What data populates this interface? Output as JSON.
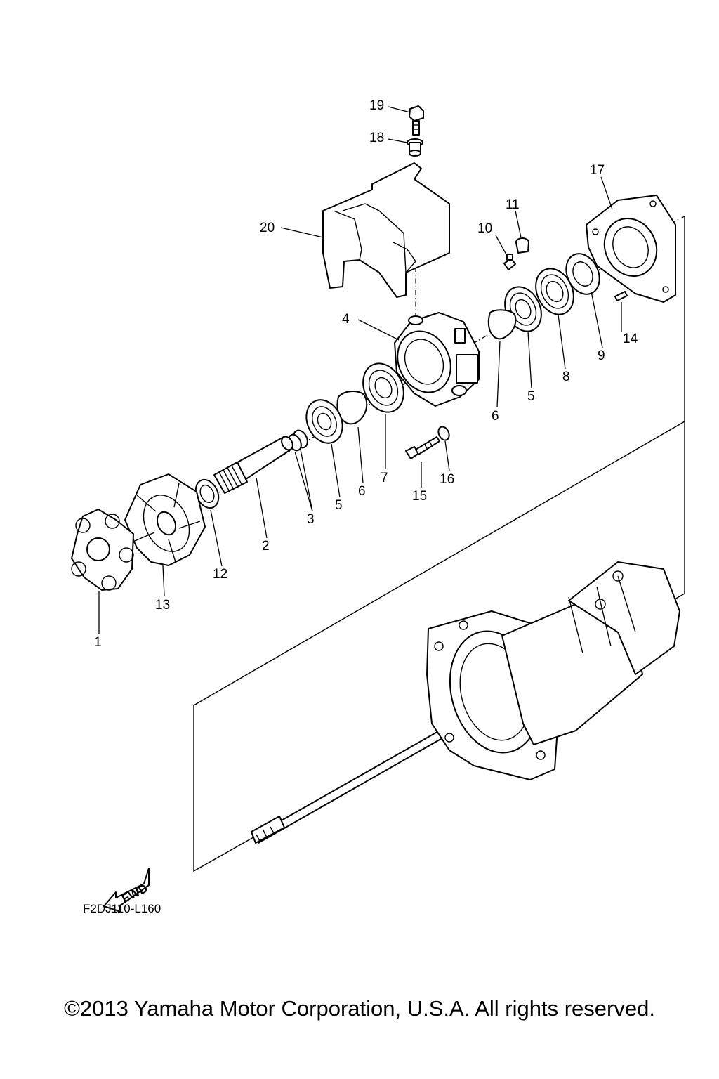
{
  "diagram": {
    "figure_code": "F2DJ110-L160",
    "fwd_label": "FWD",
    "copyright": "©2013 Yamaha Motor Corporation, U.S.A. All rights reserved.",
    "callouts": [
      {
        "id": "1",
        "text": "1"
      },
      {
        "id": "2",
        "text": "2"
      },
      {
        "id": "3",
        "text": "3"
      },
      {
        "id": "4",
        "text": "4"
      },
      {
        "id": "5a",
        "text": "5"
      },
      {
        "id": "5b",
        "text": "5"
      },
      {
        "id": "6a",
        "text": "6"
      },
      {
        "id": "6b",
        "text": "6"
      },
      {
        "id": "7",
        "text": "7"
      },
      {
        "id": "8",
        "text": "8"
      },
      {
        "id": "9",
        "text": "9"
      },
      {
        "id": "10",
        "text": "10"
      },
      {
        "id": "11",
        "text": "11"
      },
      {
        "id": "12",
        "text": "12"
      },
      {
        "id": "13",
        "text": "13"
      },
      {
        "id": "14",
        "text": "14"
      },
      {
        "id": "15",
        "text": "15"
      },
      {
        "id": "16",
        "text": "16"
      },
      {
        "id": "17",
        "text": "17"
      },
      {
        "id": "18",
        "text": "18"
      },
      {
        "id": "19",
        "text": "19"
      },
      {
        "id": "20",
        "text": "20"
      }
    ]
  }
}
